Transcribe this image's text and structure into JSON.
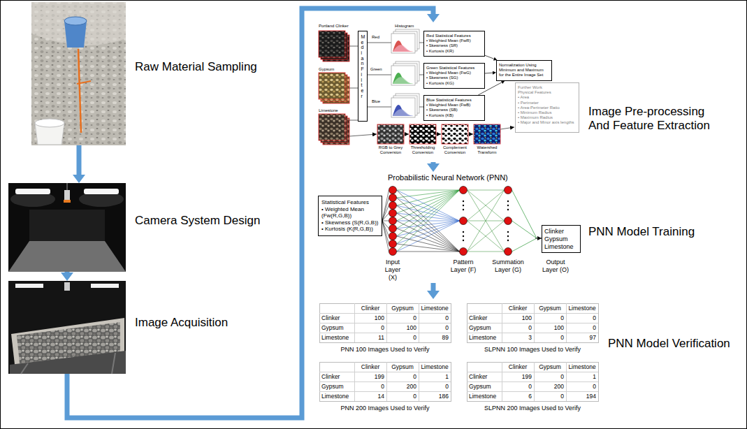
{
  "diagram": {
    "nodes": [
      {
        "text": [
          "Raw Material Sampling"
        ]
      },
      {
        "text": [
          "Camera System Design"
        ]
      },
      {
        "text": [
          "Image Acquisition"
        ]
      },
      {
        "text": [
          "Image Pre-processing And Feature Extraction"
        ]
      },
      {
        "text": [
          "Median Filter"
        ],
        "in": 3
      },
      {
        "text": [
          "Red Statistical Features",
          "• Weighted Mean (FwR)",
          "• Skewness (SR)",
          "• Kurtosis (KR)"
        ],
        "in": 3
      },
      {
        "text": [
          "Green Statistical Features",
          "• Weighted Mean (FwG)",
          "• Skewness (SG)",
          "• Kurtosis (KG)"
        ],
        "in": 3
      },
      {
        "text": [
          "Blue Statistical Features",
          "• Weighted Mean (FwB)",
          "• Skewness (SB)",
          "• Kurtosis (KB)"
        ],
        "in": 3
      },
      {
        "text": [
          "Normalization Using Minimum and Maximum for the Entire Image Set"
        ],
        "in": 3
      },
      {
        "text": [
          "Further Work",
          "Physical Features",
          "• Area",
          "• Perimeter",
          "• Area-Perimeter Ratio",
          "• Minimum Radius",
          "• Maximum Radius",
          "• Major and Minor axis lengths"
        ],
        "in": 3
      },
      {
        "text": [
          "PNN Model Training"
        ]
      },
      {
        "text": [
          "Statistical Features",
          "• Weighted Mean (Fw(R,G,B))",
          "• Skewness (S(R,G,B))",
          "• Kurtosis (K(R,G,B))"
        ],
        "in": 10
      },
      {
        "text": [
          "Clinker",
          "Gypsum",
          "Limestone"
        ],
        "in": 10
      },
      {
        "text": [
          "PNN Model Verification"
        ]
      },
      {
        "text": [
          "PNN 100 Images Used to Verify"
        ],
        "in": 13
      },
      {
        "text": [
          "SLPNN 100 Images Used to Verify"
        ],
        "in": 13
      },
      {
        "text": [
          "PNN 200 Images Used to Verify"
        ],
        "in": 13
      },
      {
        "text": [
          "SLPNN 200 Images Used to Verify"
        ],
        "in": 13
      }
    ],
    "edges": [
      {
        "from": 0,
        "to": 1,
        "arrow": "to"
      },
      {
        "from": 1,
        "to": 2,
        "arrow": "to"
      },
      {
        "from": 2,
        "to": 3,
        "arrow": "to"
      },
      {
        "from": 5,
        "to": 8,
        "arrow": "to"
      },
      {
        "from": 6,
        "to": 8,
        "arrow": "to"
      },
      {
        "from": 7,
        "to": 8,
        "arrow": "to"
      },
      {
        "from": 3,
        "to": 10,
        "arrow": "to"
      },
      {
        "from": 10,
        "to": 13,
        "arrow": "to"
      }
    ],
    "labels": [
      "Portland Clinker",
      "Gypsum",
      "Limestone",
      "Histogram",
      "Red",
      "Green",
      "Blue",
      "RGB to Grey Conversion",
      "Thresholding Conversion",
      "Complement Conversion",
      "Watershed Transform",
      "Probabilistic Neural Network (PNN)",
      "Input Layer (X)",
      "Pattern Layer (F)",
      "Summation Layer (G)",
      "Output Layer (O)",
      "Clinker",
      "Gypsum",
      "Limestone",
      "Clinker",
      "100",
      "0",
      "0",
      "Gypsum",
      "0",
      "100",
      "0",
      "Limestone",
      "11",
      "0",
      "89",
      "Clinker",
      "Gypsum",
      "Limestone",
      "Clinker",
      "100",
      "0",
      "0",
      "Gypsum",
      "0",
      "100",
      "0",
      "Limestone",
      "3",
      "0",
      "97",
      "Clinker",
      "Gypsum",
      "Limestone",
      "Clinker",
      "199",
      "0",
      "1",
      "Gypsum",
      "0",
      "200",
      "0",
      "Limestone",
      "14",
      "0",
      "186",
      "Clinker",
      "Gypsum",
      "Limestone",
      "Clinker",
      "199",
      "0",
      "1",
      "Gypsum",
      "0",
      "200",
      "0",
      "Limestone",
      "6",
      "0",
      "194"
    ]
  }
}
